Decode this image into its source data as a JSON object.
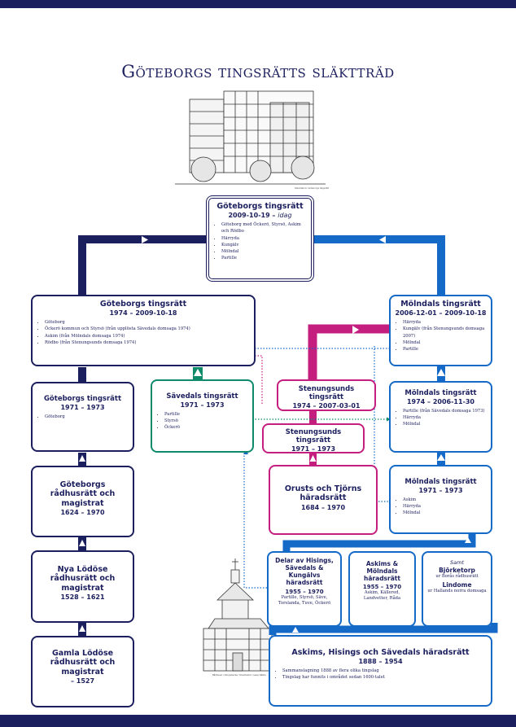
{
  "title": "Göteborgs tingsrätts släktträd",
  "illustration_caption_top": "Illustration: Göteborgs tingsrätt",
  "illustration_caption_bottom": "Rådhuset i Kungsbacka / Illustration: Lasse Källbo",
  "colors": {
    "navy": "#1c1f5e",
    "blue": "#1569c7",
    "green": "#0f8a6a",
    "magenta": "#c41e7f"
  },
  "boxes": {
    "gbg_current": {
      "title": "Göteborgs tingsrätt",
      "dates": "2009-10-19 –",
      "dates_italic": "idag",
      "items": [
        "Göteborg med Öckerö, Styrsö, Askim och Rödbo",
        "Härryda",
        "Kungälv",
        "Mölndal",
        "Partille"
      ]
    },
    "gbg_1974": {
      "title": "Göteborgs tingsrätt",
      "dates": "1974 – 2009-10-18",
      "items": [
        "Göteborg",
        "Öckerö kommun och Styrsö (från upplösta Sävedals domsaga 1974)",
        "Askim (från Mölndals domsaga 1974)",
        "Rödbo (från Stenungsunds domsaga 1974)"
      ]
    },
    "moln_2006": {
      "title": "Mölndals tingsrätt",
      "dates": "2006-12-01 – 2009-10-18",
      "items": [
        "Härryda",
        "Kungälv (från Stenungsunds domsaga 2007)",
        "Mölndal",
        "Partille"
      ]
    },
    "gbg_1971": {
      "title": "Göteborgs tingsrätt",
      "dates": "1971 – 1973",
      "items": [
        "Göteborg"
      ]
    },
    "savedal": {
      "title": "Sävedals tingsrätt",
      "dates": "1971 – 1973",
      "items": [
        "Partille",
        "Styrsö",
        "Öckerö"
      ]
    },
    "sten_1974": {
      "title": "Stenungsunds tingsrätt",
      "dates": "1974 – 2007-03-01"
    },
    "sten_1971": {
      "title": "Stenungsunds tingsrätt",
      "dates": "1971 – 1973"
    },
    "moln_1974": {
      "title": "Mölndals tingsrätt",
      "dates": "1974 – 2006-11-30",
      "items": [
        "Partille (från Sävedals domsaga 1973)",
        "Härryda",
        "Mölndal"
      ]
    },
    "moln_1971": {
      "title": "Mölndals tingsrätt",
      "dates": "1971 – 1973",
      "items": [
        "Askim",
        "Härryda",
        "Mölndal"
      ]
    },
    "gbg_radhus": {
      "title": "Göteborgs rådhusrätt och magistrat",
      "dates": "1624 – 1970"
    },
    "orust": {
      "title": "Orusts och Tjörns häradsrätt",
      "dates": "1684 – 1970"
    },
    "nya_lodose": {
      "title": "Nya Lödöse rådhusrätt och magistrat",
      "dates": "1528 – 1621"
    },
    "delar": {
      "title": "Delar av Hisings, Sävedals & Kungälvs häradsrätt",
      "dates": "1955 – 1970",
      "note": "Partille, Styrsö, Säve, Torslanda, Tuve, Öckerö"
    },
    "askims_moln": {
      "title": "Askims & Mölndals häradsrätt",
      "dates": "1955 – 1970",
      "note": "Askim, Källered, Landvetter, Råda"
    },
    "samt": {
      "prefix": "Samt",
      "title": "Björketorp",
      "note1": "ur Borås rådhusrätt",
      "title2": "Lindome",
      "note2": "ur Hallands norra domsaga"
    },
    "gamla_lodose": {
      "title": "Gamla Lödöse rådhusrätt och magistrat",
      "dates": "– 1527"
    },
    "askims_hisings": {
      "title": "Askims, Hisings och Sävedals häradsrätt",
      "dates": "1888 – 1954",
      "items": [
        "Sammanslagning 1888 av flera olika tingslag",
        "Tingslag har funnits i området sedan 1600-talet"
      ]
    }
  }
}
